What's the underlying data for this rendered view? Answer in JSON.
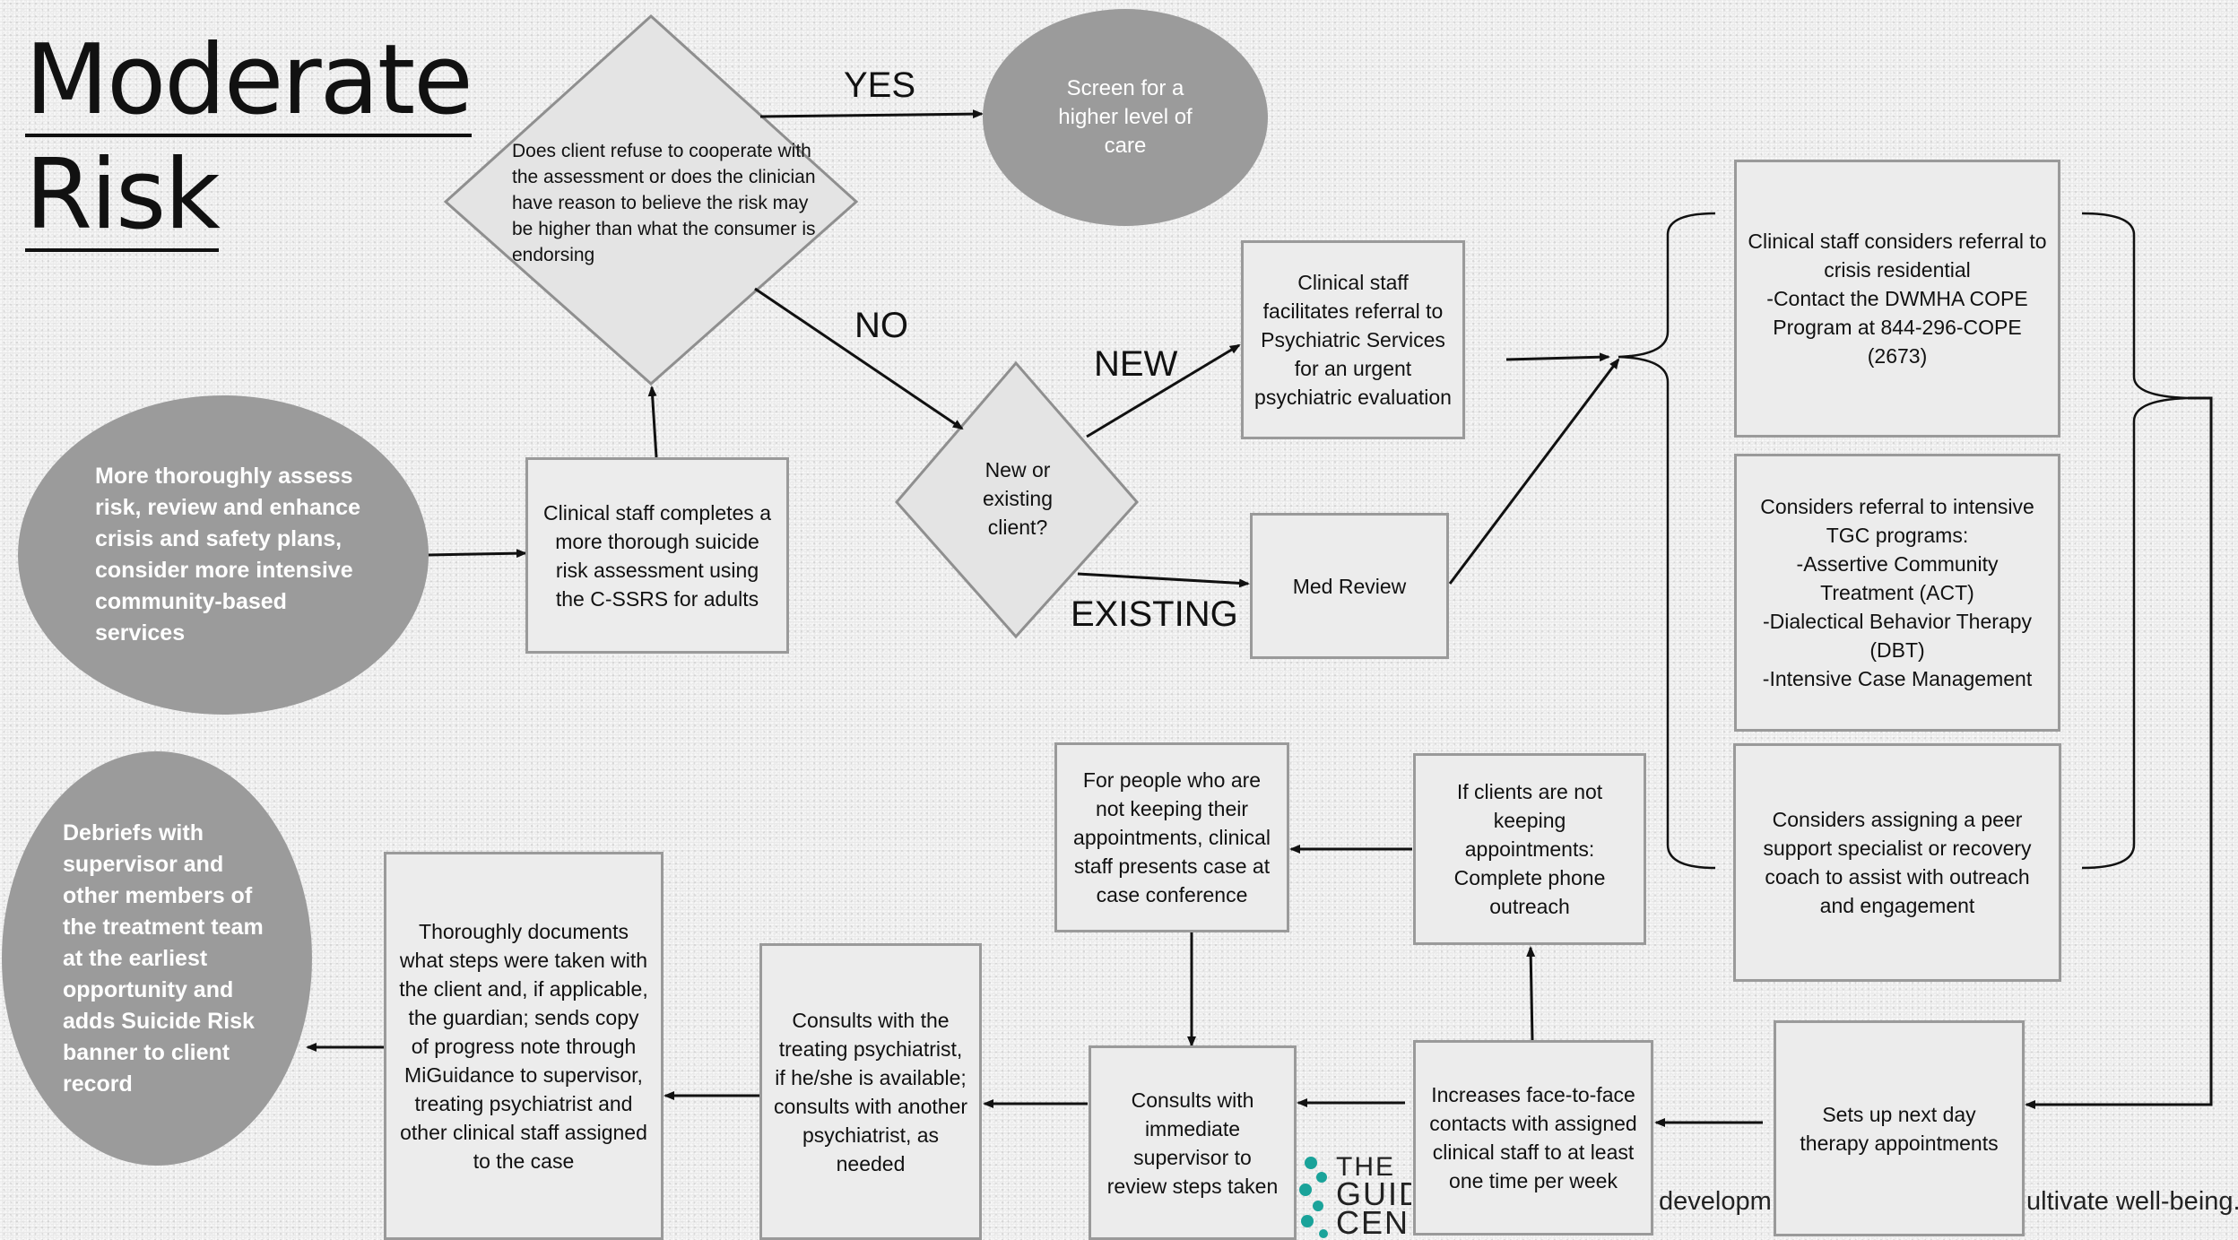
{
  "title": {
    "line1": "Moderate",
    "line2": "Risk"
  },
  "nodes": {
    "refuse_question": "Does client refuse to cooperate with the assessment or does the clinician have reason to believe the risk may be higher than what the consumer is endorsing",
    "screen_higher": "Screen for a higher level of care",
    "assess_ellipse": "More thoroughly assess risk, review and enhance crisis and safety plans, consider more intensive community-based services",
    "cssrs": "Clinical staff completes a more thorough suicide risk assessment using the C-SSRS for adults",
    "new_or_existing": "New or existing client?",
    "psych_referral": "Clinical staff facilitates referral to Psychiatric Services for an urgent psychiatric evaluation",
    "med_review": "Med Review",
    "crisis_residential": "Clinical staff considers referral to crisis residential\n-Contact the DWMHA COPE Program at  844-296-COPE (2673)",
    "tgc_programs": "Considers referral to intensive TGC programs:\n-Assertive Community Treatment (ACT)\n-Dialectical Behavior Therapy (DBT)\n-Intensive Case Management",
    "peer_support": "Considers assigning a peer support specialist or recovery coach to assist with outreach and engagement",
    "next_day": "Sets up next day therapy appointments",
    "face_contacts": "Increases face-to-face  contacts with assigned clinical staff to at least one time per week",
    "phone_outreach": "If clients are not keeping appointments: Complete phone outreach",
    "case_conference": "For people who are not keeping their appointments, clinical staff presents case at case conference",
    "immediate_supervisor": "Consults with immediate supervisor to review steps taken",
    "treating_psychiatrist": "Consults with the treating psychiatrist, if he/she is available; consults with another psychiatrist, as needed",
    "documents": "Thoroughly documents what steps were taken with the client and, if applicable, the guardian; sends copy of progress note through MiGuidance to supervisor, treating psychiatrist and other clinical staff assigned to the case",
    "debriefs_ellipse": "Debriefs with supervisor and other members of the treatment team at the earliest opportunity and adds Suicide Risk banner to client record"
  },
  "edge_labels": {
    "yes": "YES",
    "no": "NO",
    "new": "NEW",
    "existing": "EXISTING"
  },
  "footer": {
    "left": "developm",
    "right": "ultivate well-being."
  },
  "logo": {
    "line1": "THE",
    "line2": "GUID",
    "line3": "CEN"
  },
  "colors": {
    "ellipse_fill": "#9b9b9b",
    "box_fill": "#ececec",
    "box_border": "#9a9a9a",
    "logo_teal": "#1aa39a"
  }
}
